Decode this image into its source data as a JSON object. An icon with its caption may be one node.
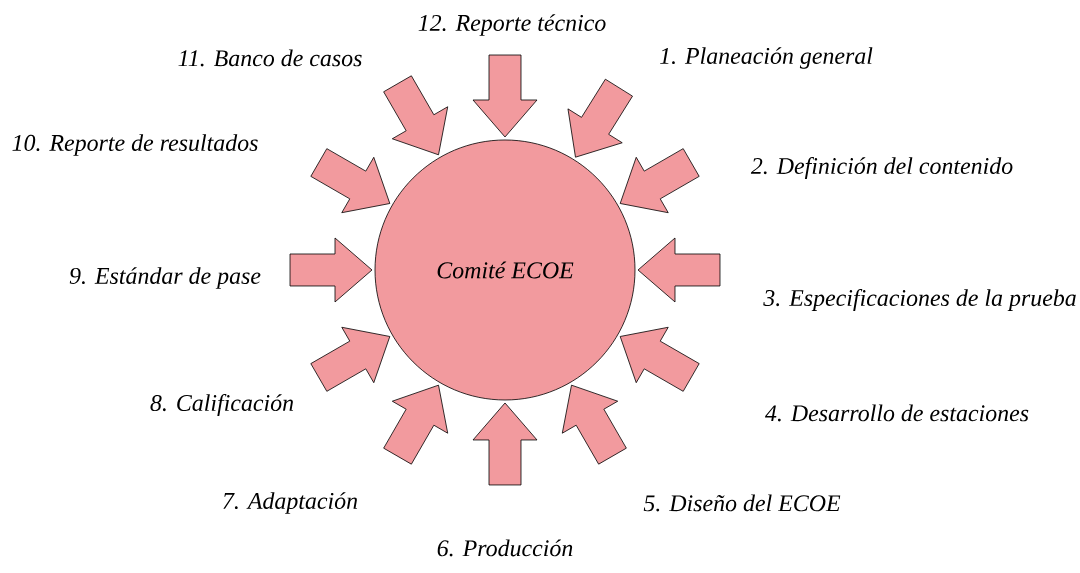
{
  "diagram": {
    "nodes": [
      {
        "text": [
          "Comité ECOE"
        ]
      },
      {
        "text": [
          "1. Planeación general"
        ]
      },
      {
        "text": [
          "2. Definición del contenido"
        ]
      },
      {
        "text": [
          "3. Especificaciones de la prueba"
        ]
      },
      {
        "text": [
          "4. Desarrollo de estaciones"
        ]
      },
      {
        "text": [
          "5. Diseño del ECOE"
        ]
      },
      {
        "text": [
          "6. Producción"
        ]
      },
      {
        "text": [
          "7. Adaptación"
        ]
      },
      {
        "text": [
          "8. Calificación"
        ]
      },
      {
        "text": [
          "9. Estándar de pase"
        ]
      },
      {
        "text": [
          "10. Reporte de resultados"
        ]
      },
      {
        "text": [
          "11. Banco de casos"
        ]
      },
      {
        "text": [
          "12. Reporte técnico"
        ]
      }
    ],
    "edges": [
      {
        "from": 1,
        "to": 0,
        "arrow": "to"
      },
      {
        "from": 2,
        "to": 0,
        "arrow": "to"
      },
      {
        "from": 3,
        "to": 0,
        "arrow": "to"
      },
      {
        "from": 4,
        "to": 0,
        "arrow": "to"
      },
      {
        "from": 5,
        "to": 0,
        "arrow": "to"
      },
      {
        "from": 6,
        "to": 0,
        "arrow": "to"
      },
      {
        "from": 7,
        "to": 0,
        "arrow": "to"
      },
      {
        "from": 8,
        "to": 0,
        "arrow": "to"
      },
      {
        "from": 9,
        "to": 0,
        "arrow": "to"
      },
      {
        "from": 10,
        "to": 0,
        "arrow": "to"
      },
      {
        "from": 11,
        "to": 0,
        "arrow": "to"
      },
      {
        "from": 12,
        "to": 0,
        "arrow": "to"
      }
    ]
  }
}
